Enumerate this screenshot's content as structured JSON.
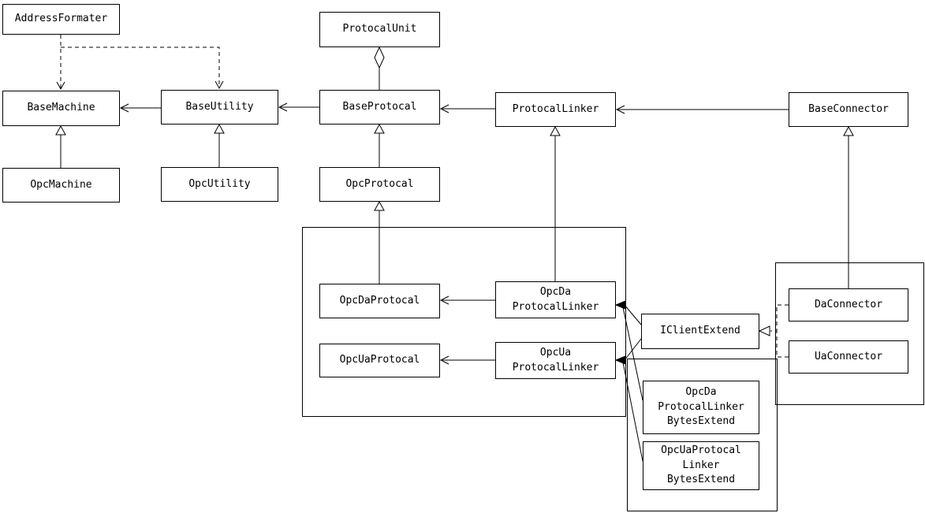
{
  "diagram": {
    "type": "uml-class-diagram",
    "colors": {
      "background": "#ffffff",
      "line": "#000000",
      "text": "#000000"
    },
    "nodes": {
      "address_formater": "AddressFormater",
      "protocal_unit": "ProtocalUnit",
      "base_machine": "BaseMachine",
      "base_utility": "BaseUtility",
      "base_protocal": "BaseProtocal",
      "protocal_linker": "ProtocalLinker",
      "base_connector": "BaseConnector",
      "opc_machine": "OpcMachine",
      "opc_utility": "OpcUtility",
      "opc_protocal": "OpcProtocal",
      "opc_da_protocal": "OpcDaProtocal",
      "opc_da_protocal_linker": "OpcDa\nProtocalLinker",
      "opc_ua_protocal": "OpcUaProtocal",
      "opc_ua_protocal_linker": "OpcUa\nProtocalLinker",
      "i_client_extend": "IClientExtend",
      "da_connector": "DaConnector",
      "ua_connector": "UaConnector",
      "opc_da_protocal_linker_bytes_extend": "OpcDa\nProtocalLinker\nBytesExtend",
      "opc_ua_protocal_linker_bytes_extend": "OpcUaProtocal\nLinker\nBytesExtend"
    },
    "relations": [
      {
        "from": "AddressFormater",
        "to": "BaseMachine",
        "type": "dashed-dependency"
      },
      {
        "from": "AddressFormater",
        "to": "BaseUtility",
        "type": "dashed-dependency"
      },
      {
        "from": "BaseUtility",
        "to": "BaseMachine",
        "type": "association-arrow"
      },
      {
        "from": "BaseProtocal",
        "to": "BaseUtility",
        "type": "association-arrow"
      },
      {
        "from": "ProtocalLinker",
        "to": "BaseProtocal",
        "type": "association-arrow"
      },
      {
        "from": "BaseConnector",
        "to": "ProtocalLinker",
        "type": "association-arrow"
      },
      {
        "from": "BaseProtocal",
        "to": "ProtocalUnit",
        "type": "aggregation-diamond"
      },
      {
        "from": "OpcMachine",
        "to": "BaseMachine",
        "type": "inheritance"
      },
      {
        "from": "OpcUtility",
        "to": "BaseUtility",
        "type": "inheritance"
      },
      {
        "from": "OpcProtocal",
        "to": "BaseProtocal",
        "type": "inheritance"
      },
      {
        "from": "OpcDaProtocal",
        "to": "OpcProtocal",
        "type": "inheritance"
      },
      {
        "from": "OpcDaProtocalLinker",
        "to": "ProtocalLinker",
        "type": "inheritance"
      },
      {
        "from": "OpcDaProtocalLinker",
        "to": "OpcDaProtocal",
        "type": "association-arrow"
      },
      {
        "from": "OpcUaProtocalLinker",
        "to": "OpcUaProtocal",
        "type": "association-arrow"
      },
      {
        "from": "DaConnector",
        "to": "BaseConnector",
        "type": "inheritance"
      },
      {
        "from": "DaConnector",
        "to": "IClientExtend",
        "type": "dashed-realization"
      },
      {
        "from": "UaConnector",
        "to": "IClientExtend",
        "type": "dashed-realization"
      },
      {
        "from": "IClientExtend",
        "to": "OpcDaProtocalLinker",
        "type": "arrow"
      },
      {
        "from": "IClientExtend",
        "to": "OpcUaProtocalLinker",
        "type": "arrow"
      },
      {
        "from": "OpcDaProtocalLinkerBytesExtend",
        "to": "OpcDaProtocalLinker",
        "type": "arrow"
      },
      {
        "from": "OpcUaProtocalLinkerBytesExtend",
        "to": "OpcUaProtocalLinker",
        "type": "arrow"
      }
    ]
  }
}
